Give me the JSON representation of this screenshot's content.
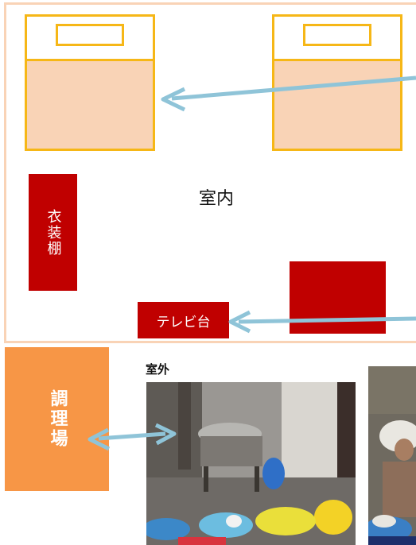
{
  "labels": {
    "indoor": "室内",
    "outdoor": "室外",
    "wardrobe": "衣装棚",
    "tv_stand": "テレビ台",
    "kitchen": "調理場"
  },
  "colors": {
    "room_border": "#f9d3b6",
    "bed_fill": "#f9d3b6",
    "bed_border": "#f6b717",
    "furniture": "#c00000",
    "kitchen": "#f79646",
    "arrow": "#8fc4d8"
  },
  "icons": {
    "arrow_bed": "left-arrow",
    "arrow_tv": "left-arrow",
    "arrow_kitchen": "double-arrow"
  }
}
